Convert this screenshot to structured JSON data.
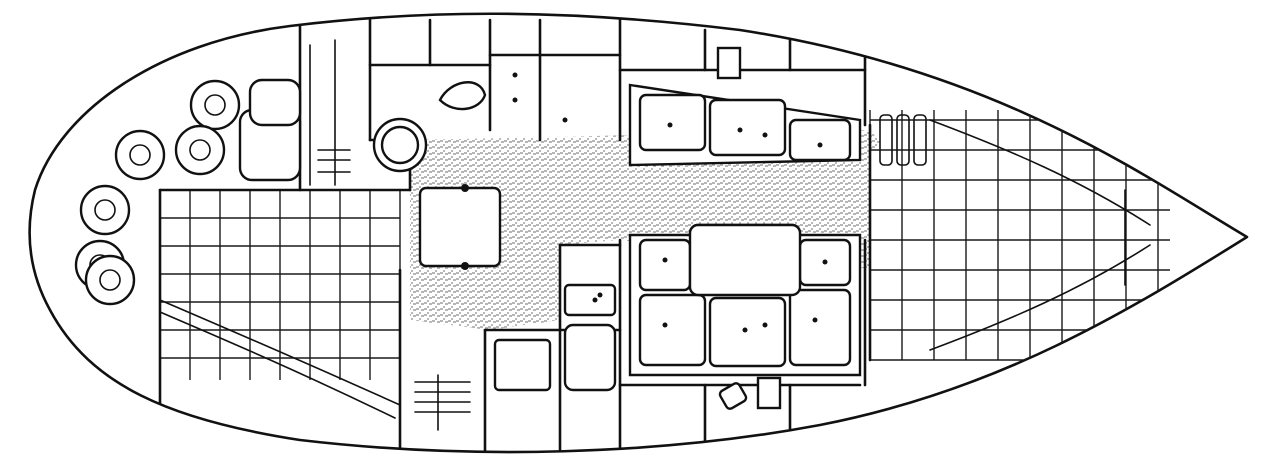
{
  "diagram": {
    "type": "sailboat-interior-layout",
    "orientation": "stern-left-bow-right",
    "colors": {
      "line": "#111111",
      "background": "#ffffff",
      "sole_hatch": "#9a9a9a"
    },
    "zones": [
      {
        "id": "aft-cockpit-lockers",
        "icon": "grating-icon"
      },
      {
        "id": "aft-cabin-port",
        "icon": "berth-grid-icon"
      },
      {
        "id": "head",
        "icon": "toilet-icon"
      },
      {
        "id": "saloon-port-settee",
        "icon": "cushion-icon"
      },
      {
        "id": "saloon-starboard-settee",
        "icon": "cushion-icon"
      },
      {
        "id": "saloon-table",
        "icon": "table-icon"
      },
      {
        "id": "galley",
        "icon": "sink-icon"
      },
      {
        "id": "chart-table",
        "icon": "desk-icon"
      },
      {
        "id": "forepeak-vberth",
        "icon": "berth-grid-icon"
      },
      {
        "id": "sole",
        "icon": "hatch-pattern-icon"
      }
    ]
  }
}
